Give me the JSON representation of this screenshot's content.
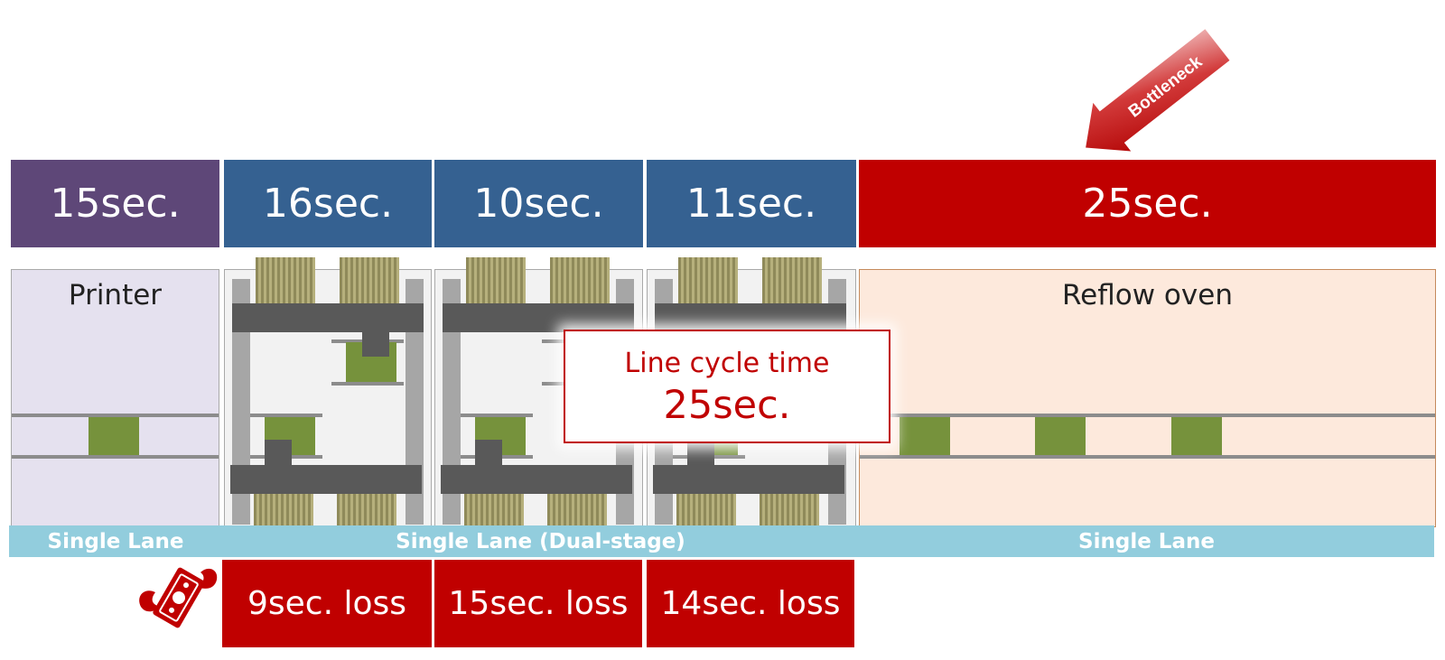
{
  "bottleneck_label": "Bottleneck",
  "colors": {
    "printer": "#5e4778",
    "mounter": "#356191",
    "bottleneck": "#c00000",
    "lane": "#92cddd",
    "board": "#76923c"
  },
  "stations": [
    {
      "id": "printer",
      "time": "15sec.",
      "label": "Printer"
    },
    {
      "id": "mounter1",
      "time": "16sec.",
      "label": ""
    },
    {
      "id": "mounter2",
      "time": "10sec.",
      "label": ""
    },
    {
      "id": "mounter3",
      "time": "11sec.",
      "label": ""
    },
    {
      "id": "oven",
      "time": "25sec.",
      "label": "Reflow oven"
    }
  ],
  "lanes": [
    "Single Lane",
    "Single Lane (Dual-stage)",
    "Single Lane"
  ],
  "losses": [
    "9sec. loss",
    "15sec. loss",
    "14sec. loss"
  ],
  "loss_icon": "flying-money-icon",
  "callout": {
    "title": "Line cycle time",
    "value": "25sec."
  }
}
